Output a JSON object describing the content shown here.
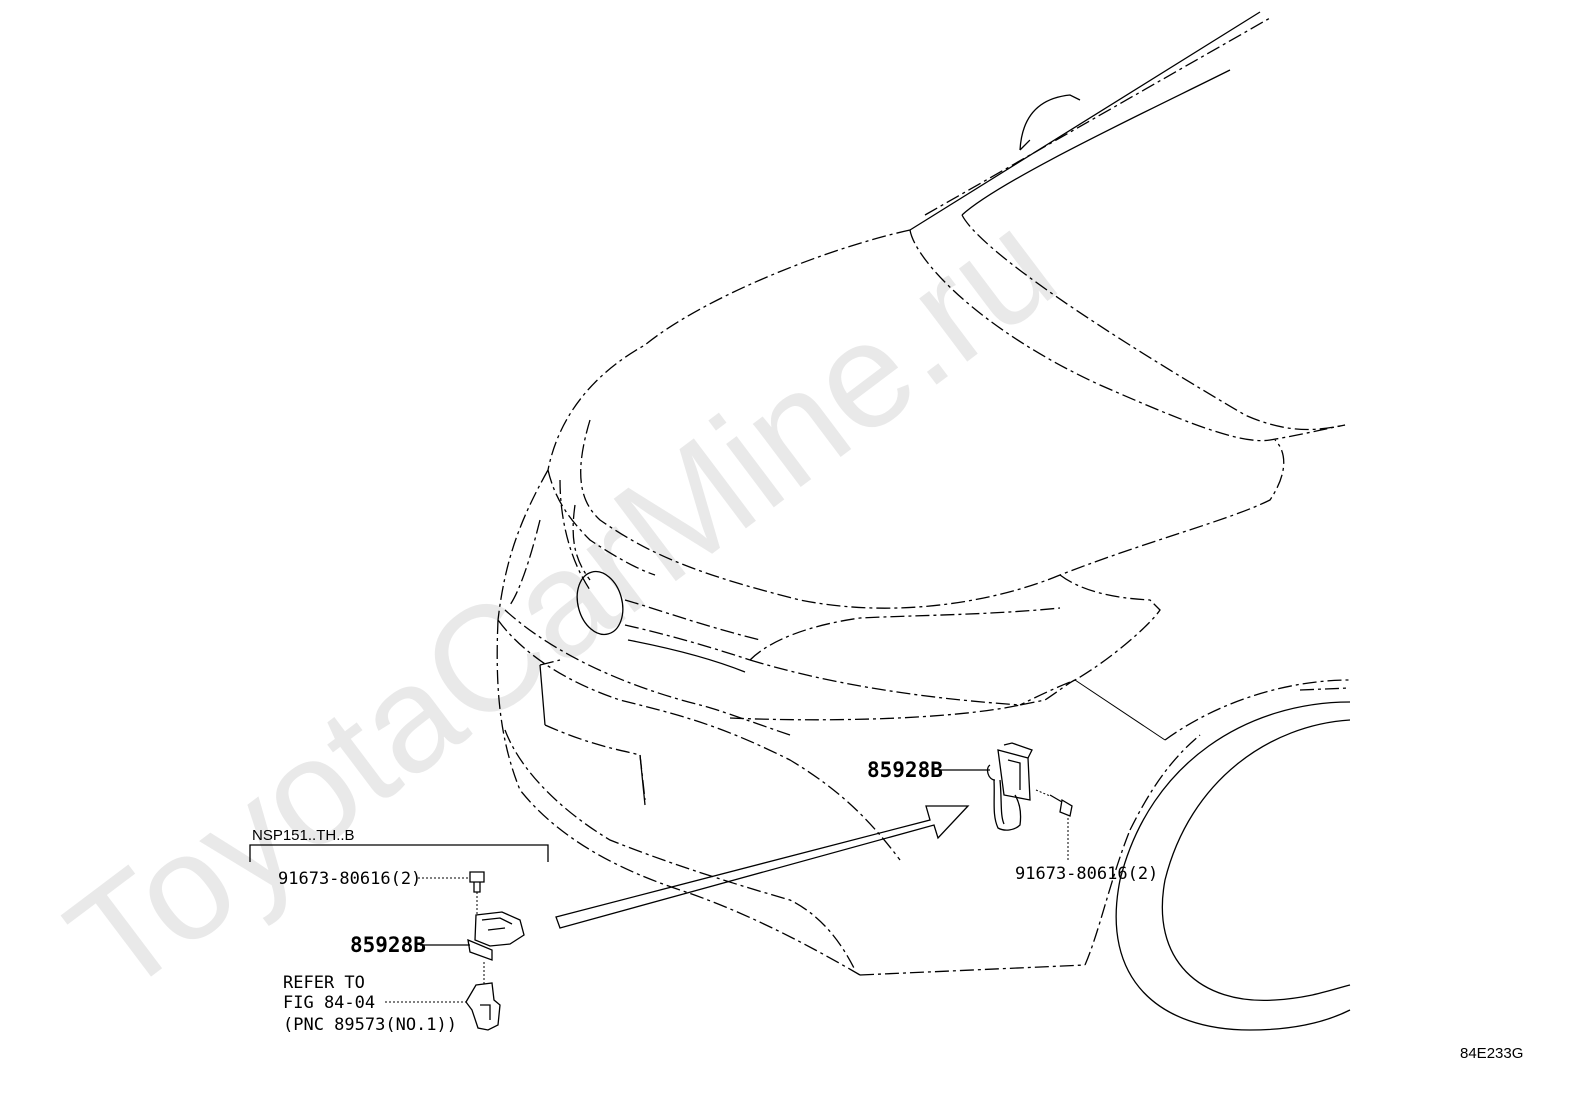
{
  "watermark": "ToyotaCarMine.ru",
  "figure_code": "84E233G",
  "group_label": "NSP151..TH..B",
  "callouts": {
    "left_bolt": "91673-80616(2)",
    "left_sensor": "85928B",
    "refer_line1": "REFER TO",
    "refer_line2": "FIG 84-04",
    "refer_line3": "(PNC 89573(NO.1))",
    "right_sensor": "85928B",
    "right_bolt": "91673-80616(2)"
  }
}
